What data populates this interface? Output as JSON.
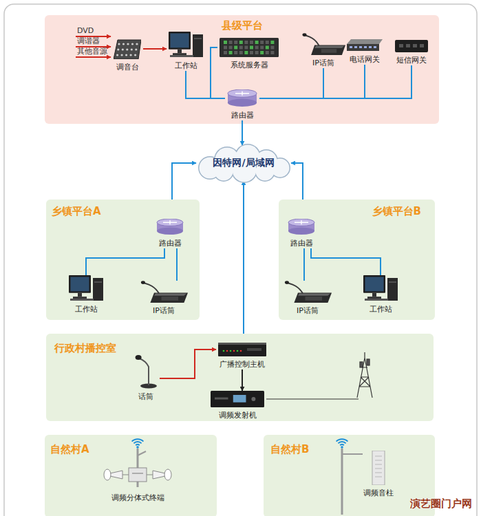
{
  "diagram": {
    "nodes": [
      {
        "text": [
          "县级平台"
        ]
      },
      {
        "text": [
          "调音台"
        ],
        "in": 0
      },
      {
        "text": [
          "工作站"
        ],
        "in": 0
      },
      {
        "text": [
          "系统服务器"
        ],
        "in": 0
      },
      {
        "text": [
          "IP话筒"
        ],
        "in": 0
      },
      {
        "text": [
          "电话网关"
        ],
        "in": 0
      },
      {
        "text": [
          "短信网关"
        ],
        "in": 0
      },
      {
        "text": [
          "路由器"
        ],
        "in": 0
      },
      {
        "text": [
          "因特网/局域网"
        ]
      },
      {
        "text": [
          "乡镇平台A"
        ]
      },
      {
        "text": [
          "路由器"
        ],
        "in": 9
      },
      {
        "text": [
          "工作站"
        ],
        "in": 9
      },
      {
        "text": [
          "IP话筒"
        ],
        "in": 9
      },
      {
        "text": [
          "乡镇平台B"
        ]
      },
      {
        "text": [
          "路由器"
        ],
        "in": 13
      },
      {
        "text": [
          "IP话筒"
        ],
        "in": 13
      },
      {
        "text": [
          "工作站"
        ],
        "in": 13
      },
      {
        "text": [
          "行政村播控室"
        ]
      },
      {
        "text": [
          "话筒"
        ],
        "in": 17
      },
      {
        "text": [
          "广播控制主机"
        ],
        "in": 17
      },
      {
        "text": [
          "调频发射机"
        ],
        "in": 17
      },
      {
        "text": [
          "自然村A"
        ]
      },
      {
        "text": [
          "调频分体式终端"
        ],
        "in": 21
      },
      {
        "text": [
          "自然村B"
        ]
      },
      {
        "text": [
          "调频音柱"
        ],
        "in": 23
      }
    ],
    "edges": [
      {
        "from": 1,
        "to": 2,
        "arrow": "to"
      },
      {
        "from": 2,
        "to": 7,
        "arrow": "none"
      },
      {
        "from": 3,
        "to": 7,
        "arrow": "none"
      },
      {
        "from": 4,
        "to": 7,
        "arrow": "none"
      },
      {
        "from": 5,
        "to": 7,
        "arrow": "none"
      },
      {
        "from": 6,
        "to": 7,
        "arrow": "none"
      },
      {
        "from": 7,
        "to": 8,
        "arrow": "to"
      },
      {
        "from": 9,
        "to": 8,
        "arrow": "to"
      },
      {
        "from": 13,
        "to": 8,
        "arrow": "to"
      },
      {
        "from": 17,
        "to": 8,
        "arrow": "to"
      },
      {
        "from": 10,
        "to": 11,
        "arrow": "none"
      },
      {
        "from": 10,
        "to": 12,
        "arrow": "none"
      },
      {
        "from": 14,
        "to": 15,
        "arrow": "none"
      },
      {
        "from": 14,
        "to": 16,
        "arrow": "none"
      },
      {
        "from": 18,
        "to": 19,
        "arrow": "to"
      },
      {
        "from": 19,
        "to": 20,
        "arrow": "to"
      }
    ],
    "labels": [
      "DVD",
      "调谐器",
      "其他音源",
      "演艺圈门户网"
    ]
  }
}
